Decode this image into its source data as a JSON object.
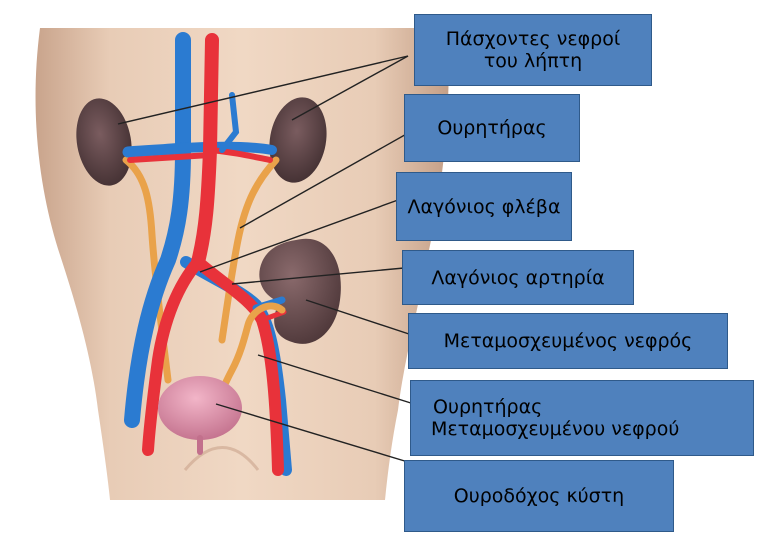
{
  "labels": {
    "recipient_kidneys": [
      "Πάσχοντες νεφροί",
      "του λήπτη"
    ],
    "ureter": "Ουρητήρας",
    "iliac_vein": "Λαγόνιος φλέβα",
    "iliac_artery": "Λαγόνιος αρτηρία",
    "transplanted_kidney": "Μεταμοσχευμένος νεφρός",
    "transplanted_ureter": [
      "Ουρητήρας",
      "Μεταμοσχευμένου νεφρού"
    ],
    "bladder": "Ουροδόχος κύστη"
  },
  "colors": {
    "label_fill": "#4f81bd",
    "artery": "#e8323a",
    "vein": "#2b7bd1",
    "ureter": "#e9a24a",
    "kidney": "#5e4548",
    "transplant_kidney": "#6b4f52",
    "bladder": "#d98aa4",
    "skin": "#e9cdb8"
  }
}
